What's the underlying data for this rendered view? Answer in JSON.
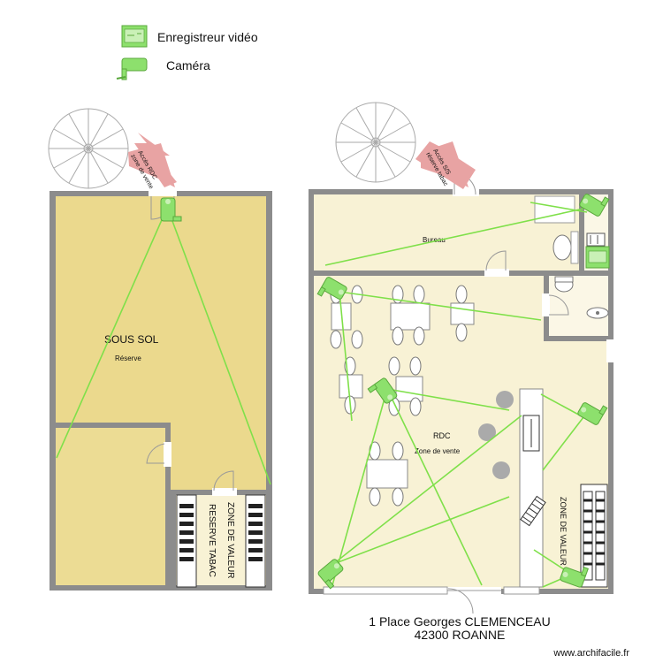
{
  "legend": {
    "recorder_label": "Enregistreur vidéo",
    "camera_label": "Caméra"
  },
  "basement": {
    "title": "SOUS SOL",
    "subtitle": "Réserve",
    "stair_arrow_label_1": "Accès RDC",
    "stair_arrow_label_2": "zone de vente",
    "tobacco_label": "RESERVE TABAC",
    "valuables_label": "ZONE DE VALEUR"
  },
  "ground_floor": {
    "office_label": "Bureau",
    "title": "RDC",
    "subtitle": "Zone de vente",
    "stair_arrow_label_1": "Accès S/S",
    "stair_arrow_label_2": "réserve tabac",
    "valuables_label": "ZONE DE VALEUR"
  },
  "address": {
    "line1": "1 Place Georges CLEMENCEAU",
    "line2": "42300 ROANNE"
  },
  "watermark": "www.archifacile.fr",
  "colors": {
    "wall": "#8c8c8c",
    "basement_floor": "#ebd98d",
    "ground_floor": "#f8f2d5",
    "camera": "#8de06d",
    "sight_line": "#7fe04a",
    "arrow": "#e8a3a3"
  }
}
